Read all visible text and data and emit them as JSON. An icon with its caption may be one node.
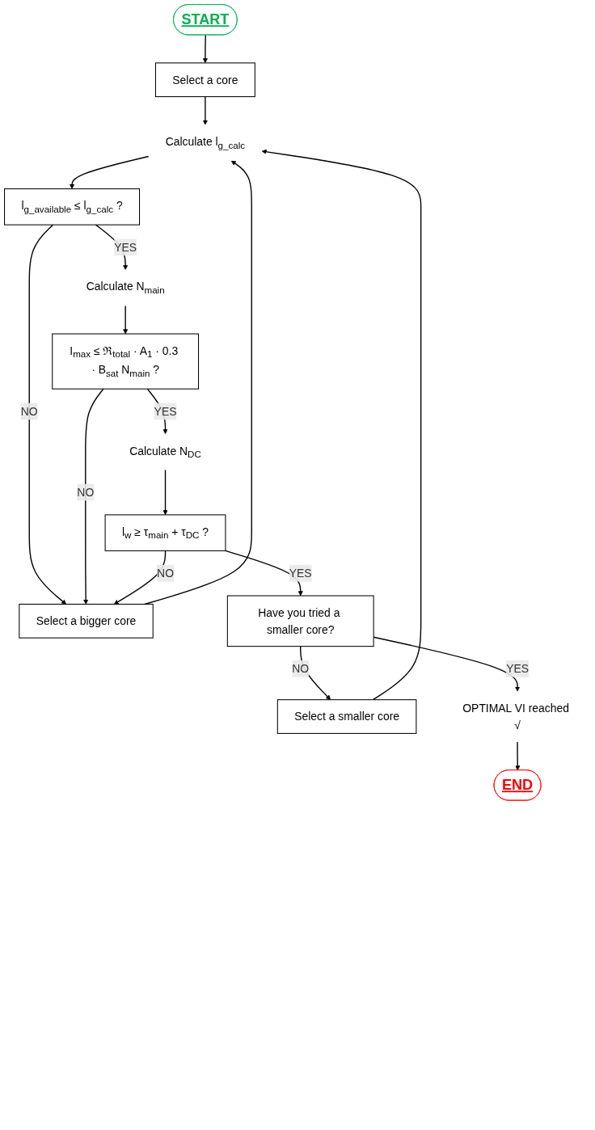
{
  "diagram": {
    "nodes": [
      {
        "text": [
          "START"
        ]
      },
      {
        "text": [
          "Select a core"
        ]
      },
      {
        "text": [
          "Calculate l$_{g_calc}$"
        ]
      },
      {
        "text": [
          "Select a smaller core"
        ]
      },
      {
        "text": [
          "Select a bigger core"
        ]
      },
      {
        "text": [
          "l$_{g_available}$ ≤ l$_{g_calc}$ ?"
        ]
      },
      {
        "text": [
          "Calculate N$_{main}$"
        ]
      },
      {
        "text": [
          "I$_{max}$ ≤ ℜ$_{total}$ · A$_{1}$ · 0.3 · B$_{sat}$ N$_{main}$ ?"
        ]
      },
      {
        "text": [
          "Calculate N$_{DC}$"
        ]
      },
      {
        "text": [
          "l$_{w}$ ≥ τ$_{main}$ + τ$_{DC}$ ?"
        ]
      },
      {
        "text": [
          "Have you tried a smaller core?"
        ]
      },
      {
        "text": [
          "OPTIMAL VI reached √"
        ]
      },
      {
        "text": [
          "END"
        ]
      }
    ],
    "edges": [
      {
        "from": 0,
        "to": 1,
        "arrow": "to"
      },
      {
        "from": 1,
        "to": 2,
        "arrow": "to"
      },
      {
        "from": 3,
        "to": 2,
        "arrow": "to"
      },
      {
        "from": 4,
        "to": 2,
        "arrow": "to"
      },
      {
        "from": 2,
        "to": 5,
        "arrow": "to"
      },
      {
        "from": 5,
        "to": 4,
        "arrow": "to",
        "label": "NO"
      },
      {
        "from": 5,
        "to": 6,
        "arrow": "to",
        "label": "YES"
      },
      {
        "from": 6,
        "to": 7,
        "arrow": "to"
      },
      {
        "from": 7,
        "to": 4,
        "arrow": "to",
        "label": "NO"
      },
      {
        "from": 7,
        "to": 8,
        "arrow": "to",
        "label": "YES"
      },
      {
        "from": 8,
        "to": 9,
        "arrow": "to"
      },
      {
        "from": 9,
        "to": 4,
        "arrow": "to",
        "label": "NO"
      },
      {
        "from": 9,
        "to": 10,
        "arrow": "to",
        "label": "YES"
      },
      {
        "from": 10,
        "to": 3,
        "arrow": "to",
        "label": "NO"
      },
      {
        "from": 10,
        "to": 11,
        "arrow": "to",
        "label": "YES"
      },
      {
        "from": 11,
        "to": 12,
        "arrow": "to"
      }
    ]
  }
}
